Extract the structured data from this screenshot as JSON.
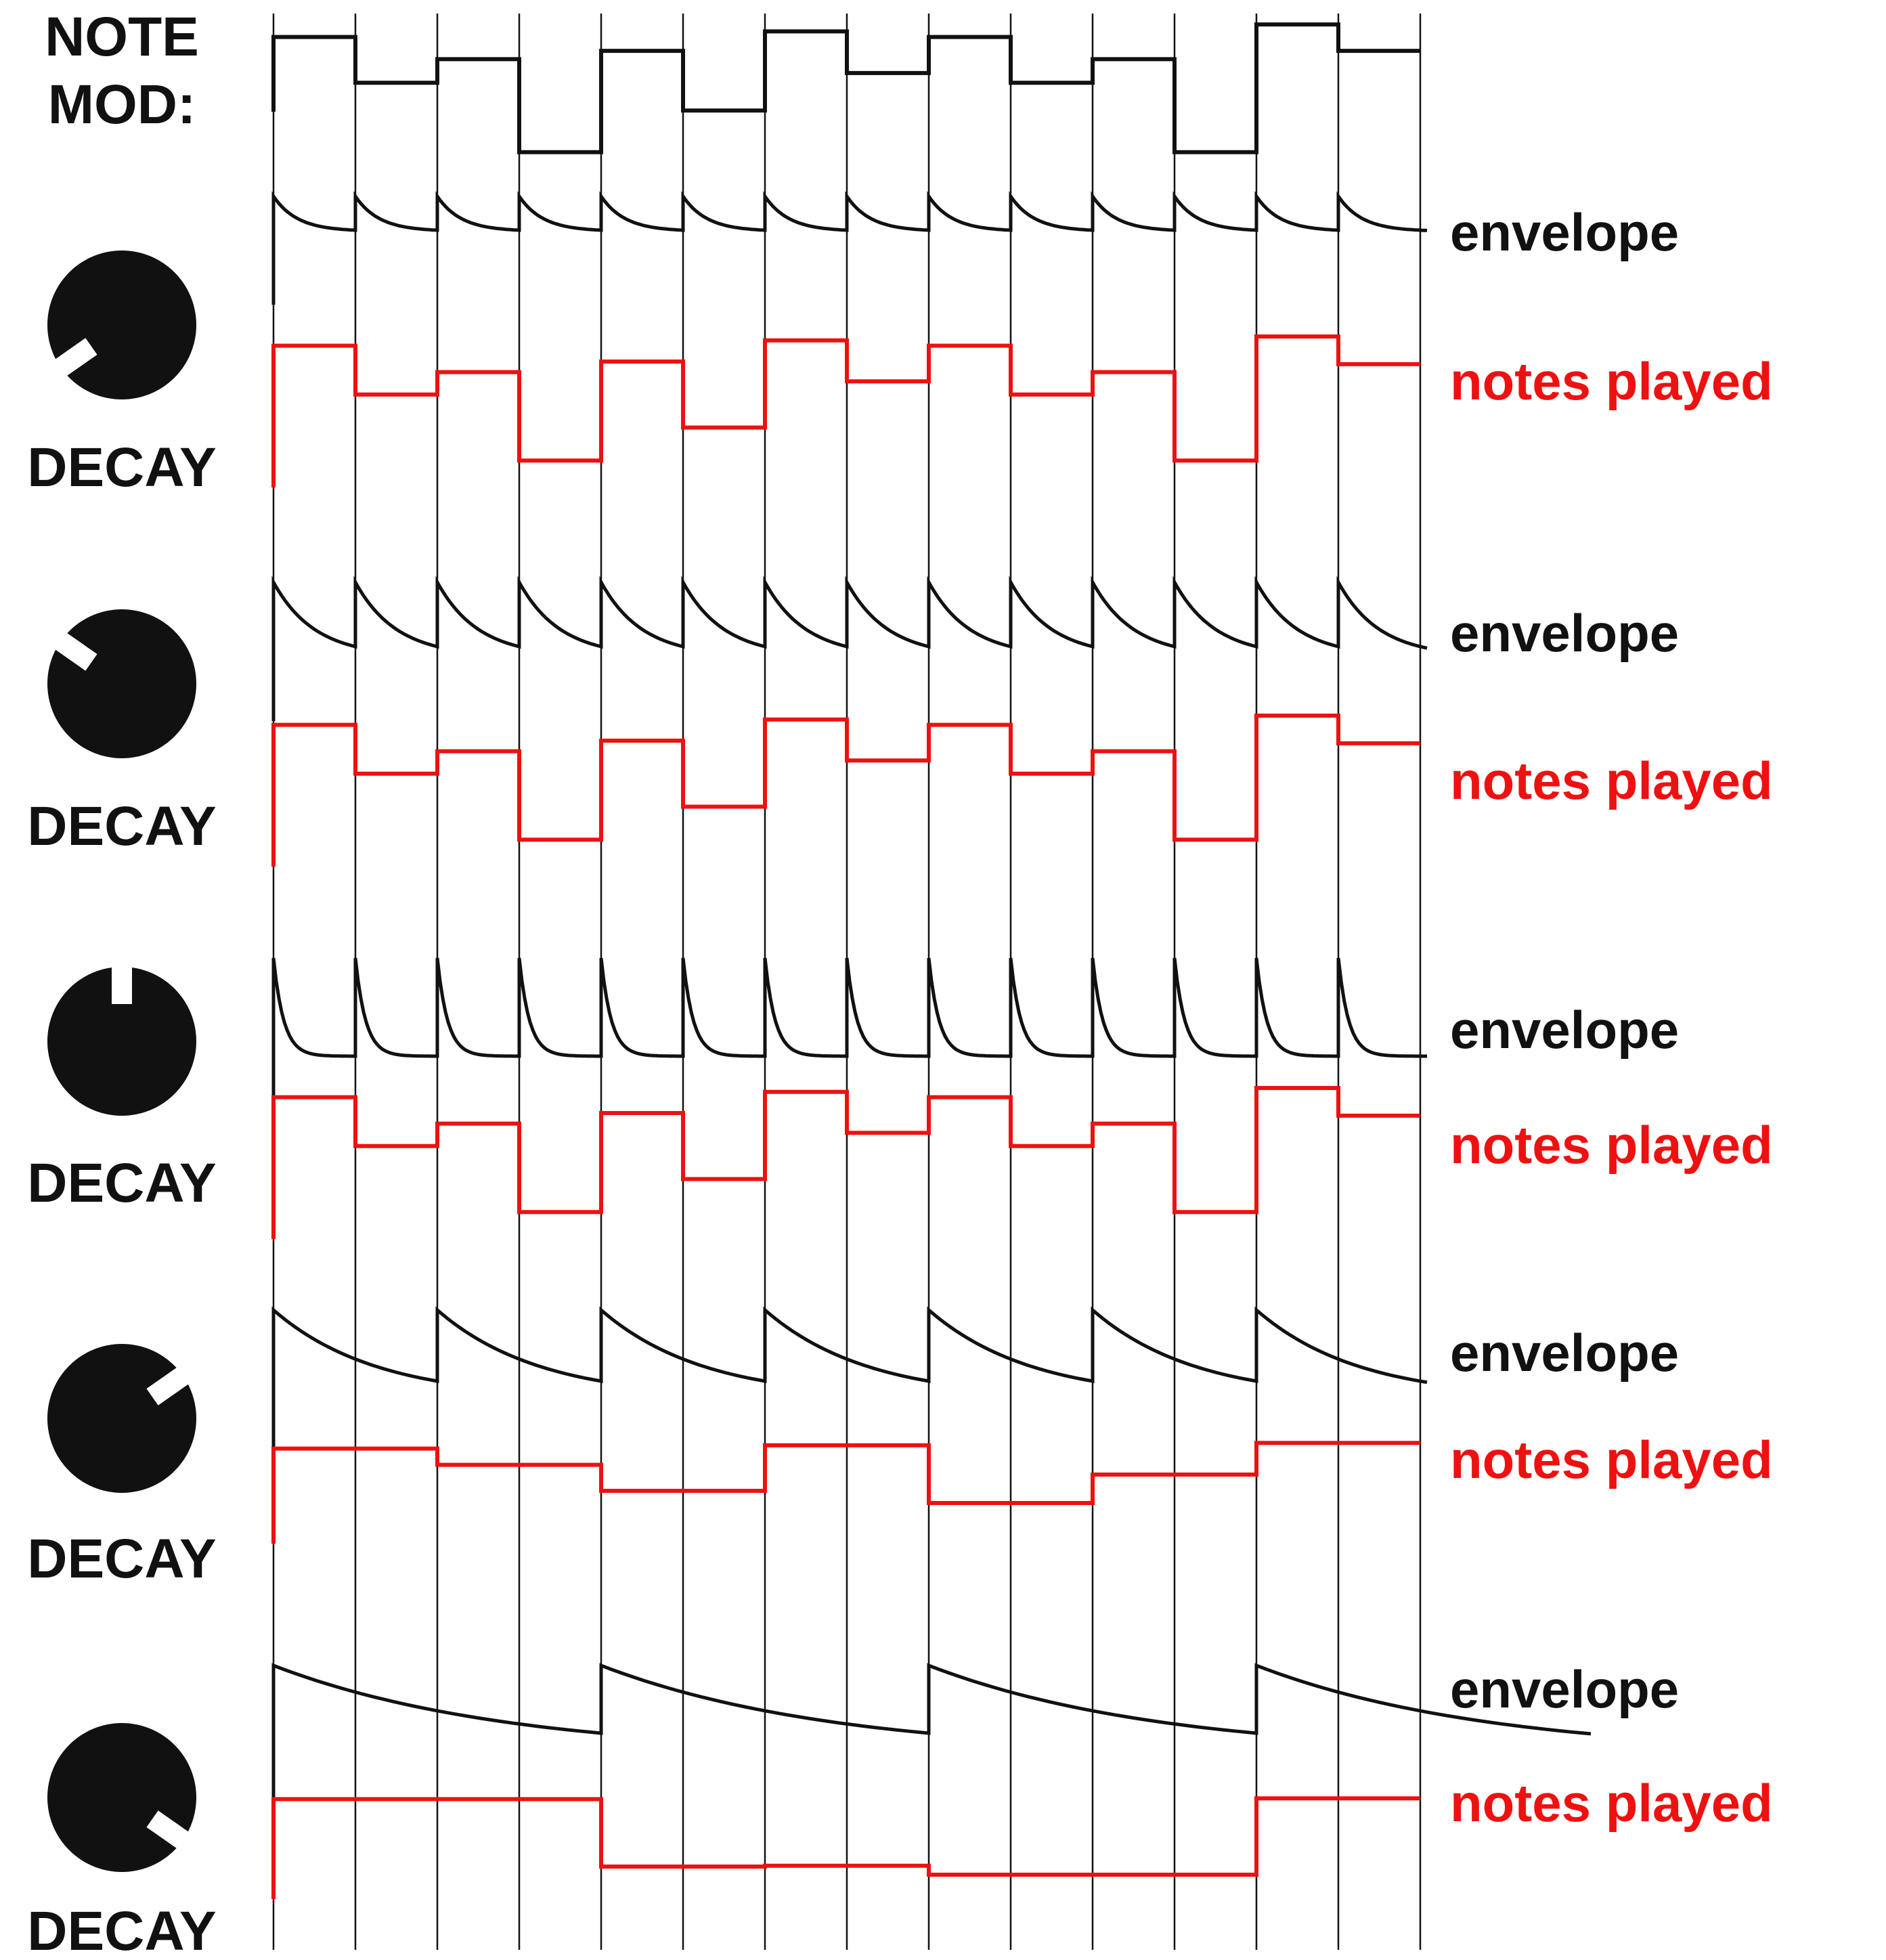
{
  "title": {
    "line1": "NOTE",
    "line2": "MOD:"
  },
  "step_count": 14,
  "labels": {
    "knob": "DECAY",
    "envelope": "envelope",
    "notes": "notes played"
  },
  "colors": {
    "ink": "#111111",
    "notes": "#ee1111"
  },
  "note_mod_levels": [
    0.88,
    0.55,
    0.72,
    0.05,
    0.78,
    0.35,
    0.92,
    0.62,
    0.88,
    0.55,
    0.72,
    0.05,
    0.97,
    0.78
  ],
  "rows": [
    {
      "knob_angle_deg": -125,
      "env_decay": 0.35,
      "env_tail": 0.0,
      "notes_played": [
        0.92,
        0.55,
        0.72,
        0.05,
        0.8,
        0.3,
        0.96,
        0.65,
        0.92,
        0.55,
        0.72,
        0.05,
        0.99,
        0.78
      ]
    },
    {
      "knob_angle_deg": -55,
      "env_decay": 0.6,
      "env_tail": 0.0,
      "notes_played": [
        0.92,
        0.55,
        0.72,
        0.05,
        0.8,
        0.3,
        0.96,
        0.65,
        0.92,
        0.55,
        0.72,
        0.05,
        0.99,
        0.78
      ]
    },
    {
      "knob_angle_deg": 0,
      "env_decay": 0.15,
      "env_tail": 0.0,
      "notes_played": [
        0.92,
        0.55,
        0.72,
        0.05,
        0.8,
        0.3,
        0.96,
        0.65,
        0.92,
        0.55,
        0.72,
        0.05,
        0.99,
        0.78
      ]
    },
    {
      "knob_angle_deg": 55,
      "env_decay": 0.75,
      "env_tail": 0.0,
      "notes_played": [
        0.92,
        0.92,
        0.72,
        0.72,
        0.4,
        0.4,
        0.96,
        0.96,
        0.25,
        0.25,
        0.6,
        0.6,
        0.99,
        0.99
      ]
    },
    {
      "knob_angle_deg": 125,
      "env_decay": 0.85,
      "env_tail": 0.0,
      "notes_played": [
        0.98,
        0.98,
        0.98,
        0.98,
        0.15,
        0.15,
        0.16,
        0.16,
        0.05,
        0.05,
        0.05,
        0.05,
        0.99,
        0.99
      ]
    }
  ]
}
